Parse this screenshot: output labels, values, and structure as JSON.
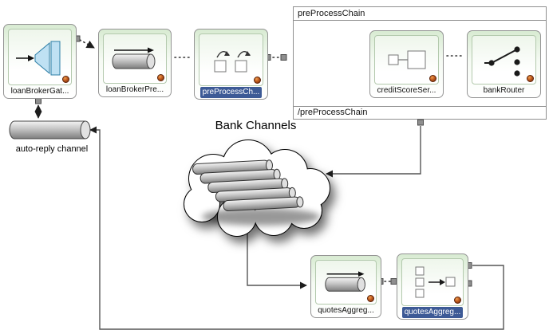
{
  "diagram": {
    "nodes": {
      "loan_broker_gateway": {
        "label": "loanBrokerGat..."
      },
      "loan_broker_pre_channel": {
        "label": "loanBrokerPre..."
      },
      "pre_process_chain_node": {
        "label": "preProcessCh...",
        "selected": true
      },
      "credit_score_service": {
        "label": "creditScoreSer..."
      },
      "bank_router": {
        "label": "bankRouter"
      },
      "quotes_agg_channel": {
        "label": "quotesAggreg..."
      },
      "quotes_aggregator": {
        "label": "quotesAggreg...",
        "selected": true
      }
    },
    "container": {
      "open_label": "preProcessChain",
      "close_label": "/preProcessChain"
    },
    "labels": {
      "auto_reply_channel": "auto-reply channel",
      "bank_channels": "Bank Channels"
    },
    "colors": {
      "node_gradient_top": "#d8ebd2",
      "node_border": "#949494",
      "selection_highlight": "#3d5a96",
      "endpoint_badge": "#c05a1e",
      "gateway_icon_fill": "#bfe1f3",
      "cylinder_gray": "#c4c4c4",
      "connector": "#555555"
    }
  }
}
